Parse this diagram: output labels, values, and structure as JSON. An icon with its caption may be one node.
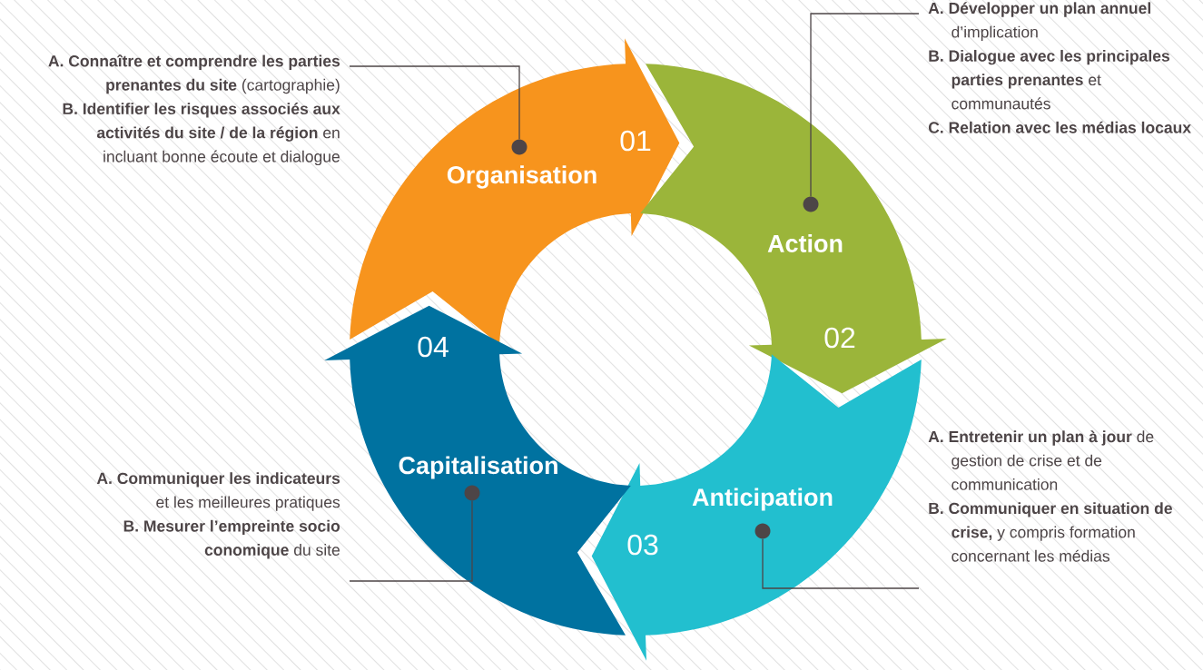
{
  "diagram": {
    "nodes": [
      {
        "text": [
          "Organisation",
          "01"
        ]
      },
      {
        "text": [
          "Action",
          "02"
        ]
      },
      {
        "text": [
          "Anticipation",
          "03"
        ]
      },
      {
        "text": [
          "04",
          "Capitalisation"
        ]
      },
      {
        "text": [
          "**A. Connaître et comprendre les parties prenantes du site** (cartographie)",
          "**B. Identifier les risques associés aux activités du site / de la région** en incluant bonne écoute et dialogue"
        ]
      },
      {
        "text": [
          "**A. Développer un plan annuel** d’implication",
          "**B. Dialogue avec les principales parties prenantes** et communautés",
          "**C. Relation avec les médias locaux**"
        ]
      },
      {
        "text": [
          "**A. Entretenir un plan à jour** de gestion de crise et de communication",
          "**B. Communiquer en situation de crise,** y compris formation concernant les médias"
        ]
      },
      {
        "text": [
          "**A. Communiquer les indicateurs** et les meilleures pratiques",
          "**B. Mesurer l’empreinte socio conomique** du site"
        ]
      },
      {
        "text": [],
        "shape": "circle",
        "in": 0
      },
      {
        "text": [],
        "shape": "circle",
        "in": 1
      },
      {
        "text": [],
        "shape": "circle",
        "in": 2
      },
      {
        "text": [],
        "shape": "circle",
        "in": 3
      }
    ],
    "edges": [
      {
        "from": 4,
        "to": 8,
        "arrow": "none"
      },
      {
        "from": 5,
        "to": 9,
        "arrow": "none"
      },
      {
        "from": 6,
        "to": 10,
        "arrow": "none"
      },
      {
        "from": 7,
        "to": 11,
        "arrow": "none"
      }
    ]
  }
}
